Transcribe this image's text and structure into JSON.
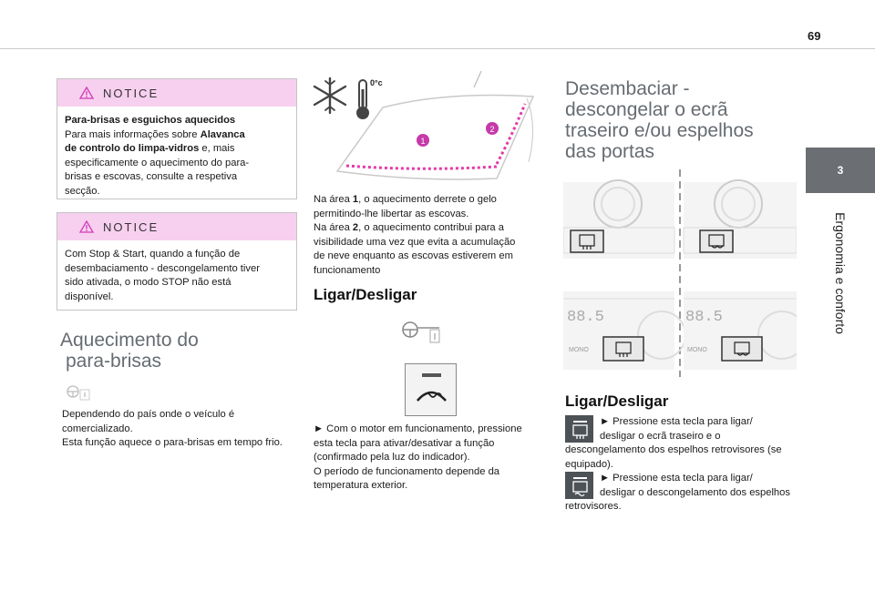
{
  "page": {
    "number": "69"
  },
  "side": {
    "tab_number": "3",
    "chapter_title": "Ergonomia e conforto"
  },
  "notice1": {
    "title": "NOTICE",
    "line1_bold": "Para-brisas e esguichos aquecidos",
    "line2_prefix": "Para mais informações sobre ",
    "line2_bold": "Alavanca",
    "line3_bold": "de controlo do limpa-vidros",
    "line3_suffix": " e, mais",
    "line4": "especificamente o aquecimento do para-",
    "line5": "brisas e escovas, consulte a respetiva",
    "line6": "secção."
  },
  "notice2": {
    "title": "NOTICE",
    "line1": "Com Stop & Start, quando a função de",
    "line2": "desembaciamento - descongelamento tiver",
    "line3": "sido ativada, o modo STOP não está",
    "line4": "disponível."
  },
  "heating": {
    "title_line1": "Aquecimento do",
    "title_line2": "para-brisas",
    "p_line1": "Dependendo do país onde o veículo é",
    "p_line2": "comercializado.",
    "p_line3": "Esta função aquece o para-brisas em tempo frio."
  },
  "middle": {
    "temp_label": "0°c",
    "marker1": "1",
    "marker2": "2",
    "p1_prefix": "Na área ",
    "p1_bold": "1",
    "p1_suffix": ", o aquecimento derrete o gelo",
    "p1_line2": "permitindo-lhe libertar as escovas.",
    "p2_prefix": "Na área ",
    "p2_bold": "2",
    "p2_suffix": ", o aquecimento contribui para a",
    "p2_line2": "visibilidade uma vez que evita a acumulação",
    "p2_line3": "de neve enquanto as escovas estiverem em",
    "p2_line4": "funcionamento",
    "subtitle": "Ligar/Desligar",
    "p3_line1": "► Com o motor em funcionamento, pressione",
    "p3_line2": "esta tecla para ativar/desativar a função",
    "p3_line3": "(confirmado pela luz do indicador).",
    "p3_line4": "O período de funcionamento depende da",
    "p3_line5": "temperatura exterior."
  },
  "right": {
    "title_line1": "Desembaciar -",
    "title_line2": "descongelar o ecrã",
    "title_line3": "traseiro e/ou espelhos",
    "title_line4": "das portas",
    "display_left": "88.5",
    "display_right": "88.5",
    "mono_left": "MONO",
    "mono_right": "MONO",
    "subtitle": "Ligar/Desligar",
    "b1_line1": "► Pressione esta tecla para ligar/",
    "b1_line2": "desligar o ecrã traseiro e o",
    "b1_line3": "descongelamento dos espelhos retrovisores (se",
    "b1_line4": "equipado).",
    "b2_line1": "► Pressione esta tecla para ligar/",
    "b2_line2": "desligar o descongelamento dos espelhos",
    "b2_line3": "retrovisores."
  },
  "colors": {
    "notice_bg": "#f7d0ef",
    "warning": "#d13ab7",
    "heading": "#666c72",
    "tab": "#6b6f74",
    "heat": "#e53aa8"
  }
}
